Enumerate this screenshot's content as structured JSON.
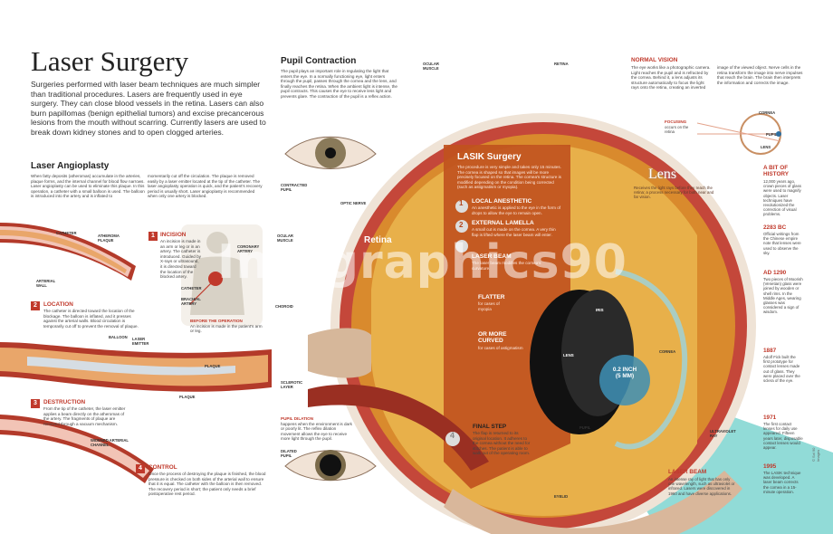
{
  "header": {
    "title": "Laser Surgery",
    "intro": "Surgeries performed with laser beam techniques are much simpler than traditional procedures. Lasers are frequently used in eye surgery. They can close blood vessels in the retina. Lasers can also burn papillomas (benign epithelial tumors) and excise precancerous lesions from the mouth without scarring. Currently lasers are used to break down kidney stones and to open clogged arteries."
  },
  "angioplasty": {
    "heading": "Laser Angioplasty",
    "text_col1": "When fatty deposits (atheromas) accumulate in the arteries, plaque forms, and the internal channel for blood flow narrows. Laser angioplasty can be used to eliminate this plaque. In this operation, a catheter with a small balloon is used. The balloon is introduced into the artery and is inflated to",
    "text_col2": "momentarily cut off the circulation. The plaque is removed easily by a laser emitter located at the tip of the catheter. The laser angioplasty operation is quick, and the patient's recovery period is usually short. Laser angioplasty is recommended when only one artery is blocked.",
    "labels": {
      "catheter": "CATHETER",
      "atheroma": "ATHEROMA PLAQUE",
      "arterial_wall": "ARTERIAL WALL",
      "coronary": "CORONARY ARTERY",
      "catheter2": "CATHETER",
      "brachial": "BRACHIAL ARTERY",
      "balloon": "BALLOON",
      "laser_emitter": "LASER EMITTER",
      "plaque": "PLAQUE",
      "plaque2": "PLAQUE",
      "widened": "WIDENED ARTERIAL CHANNEL"
    },
    "steps": [
      {
        "num": "1",
        "title": "INCISION",
        "text": "An incision is made in an arm or leg or in an artery. The catheter is introduced. Guided by X-rays or ultrasound, it is directed toward the location of the blocked artery."
      },
      {
        "num": "2",
        "title": "LOCATION",
        "text": "The catheter is directed toward the location of the blockage. The balloon is inflated, and it presses against the arterial walls. Blood circulation is temporarily cut off to prevent the removal of plaque."
      },
      {
        "num": "3",
        "title": "DESTRUCTION",
        "text": "From the tip of the catheter, the laser emitter applies a beam directly on the atheromas of the artery. The fragments of plaque are removed through a vacuum mechanism."
      },
      {
        "num": "4",
        "title": "CONTROL",
        "text": "Once the process of destroying the plaque is finished, the blood pressure is checked on both sides of the arterial wall to ensure that it is equal. The catheter with the balloon is then removed. The recovery period is short; the patient only needs a brief postoperative rest period."
      }
    ],
    "before_op": {
      "title": "BEFORE THE OPERATION",
      "text": "An incision is made in the patient's arm or leg."
    }
  },
  "pupil": {
    "heading": "Pupil Contraction",
    "text": "The pupil plays an important role in regulating the light that enters the eye. In a normally functioning eye, light enters through the pupil, passes through the cornea and the lens, and finally reaches the retina. When the ambient light is intense, the pupil contracts. This causes the eye to receive less light and prevents glare. The contraction of the pupil is a reflex action.",
    "contracted": "CONTRACTED PUPIL",
    "dilation_title": "PUPIL DILATION",
    "dilation_text": "happens when the environment is dark or poorly lit. The reflex dilation movement allows the eye to receive more light through the pupil.",
    "dilated": "DILATED PUPIL"
  },
  "eye_labels": {
    "ocular_muscle": "OCULAR MUSCLE",
    "retina": "RETINA",
    "optic_nerve": "OPTIC NERVE",
    "ocular_muscle2": "OCULAR MUSCLE",
    "choroid": "CHOROID",
    "sclerotic": "SCLEROTIC LAYER",
    "iris": "IRIS",
    "lens": "LENS",
    "cornea": "CORNEA",
    "pupil": "PUPIL",
    "eyelid": "EYELID",
    "uv_ray": "ULTRAVIOLET RAY",
    "retina_big": "Retina",
    "measure1": "0.2 INCH",
    "measure2": "(5 MM)"
  },
  "lasik": {
    "title": "LASIK Surgery",
    "intro": "The procedure is very simple and takes only 15 minutes. The cornea is shaped so that images will be more precisely focused on the retina. The cornea's structure is modified depending on the condition being corrected (such as astigmatism or myopia).",
    "steps": [
      {
        "num": "1",
        "title": "LOCAL ANESTHETIC",
        "text": "An anesthetic is applied to the eye in the form of drops to allow the eye to remain open."
      },
      {
        "num": "2",
        "title": "EXTERNAL LAMELLA",
        "text": "A small cut is made on the cornea. A very thin flap is lifted where the laser beam will enter."
      },
      {
        "num": "3",
        "title": "LASER BEAM",
        "text": "The laser beam modifies the cornea's curvature."
      }
    ],
    "flatter_title": "FLATTER",
    "flatter_text": "for cases of myopia",
    "curved_title": "OR MORE CURVED",
    "curved_text": "for cases of astigmatism",
    "final": {
      "num": "4",
      "title": "FINAL STEP",
      "text": "The flap is returned to its original location. It adheres to the cornea without the need for stitches. The patient is able to walk out of the operating room."
    }
  },
  "normal_vision": {
    "title": "NORMAL VISION",
    "col1": "The eye works like a photographic camera. Light reaches the pupil and is refracted by the cornea. Behind it, a lens adjusts its structure automatically to focus the light rays onto the retina, creating an inverted",
    "col2": "image of the viewed object. Nerve cells in the retina transform the image into nerve impulses that reach the brain. The brain then interprets the information and corrects the image.",
    "focusing_title": "FOCUSING",
    "focusing_text": "occurs on the retina",
    "cornea": "CORNEA",
    "pupil": "PUPIL",
    "lens": "LENS"
  },
  "lens_block": {
    "title": "Lens",
    "text": "Receives the light rays before they reach the retina; a process necessary for both near and far vision."
  },
  "history": {
    "title": "A BIT OF HISTORY",
    "intro": "12,000 years ago, crown pieces of glass were used to magnify objects. Laser techniques have revolutionized the correction of visual problems.",
    "entries": [
      {
        "year": "2283 BC",
        "text": "Official writings from the Chinese empire note that lenses were used to observe the sky."
      },
      {
        "year": "AD 1290",
        "text": "Two pieces of Moorish (Venetian) glass were joined by wooden or shell rims. In the Middle Ages, wearing glasses was considered a sign of wisdom."
      },
      {
        "year": "1887",
        "text": "Adolf Fick built the first prototype for contact lenses made out of glass. They were placed over the sclera of the eye."
      },
      {
        "year": "1971",
        "text": "The first contact lenses for daily use appeared. Fifteen years later, disposable contact lenses would appear."
      },
      {
        "year": "1995",
        "text": "The LASIK technique was developed. A laser beam corrects the cornea in a 15-minute operation."
      }
    ]
  },
  "laser_beam": {
    "title": "LASER BEAM",
    "text": "An intense ray of light that has only one wavelength, such as ultraviolet or infrared. Lasers were discovered in 1960 and have diverse applications."
  },
  "credit": "© Sol 90 Images",
  "watermark": "Infographics90",
  "colors": {
    "accent": "#c0392b",
    "lasik_bg": "#c0521e",
    "beam": "#6ccfc9"
  }
}
